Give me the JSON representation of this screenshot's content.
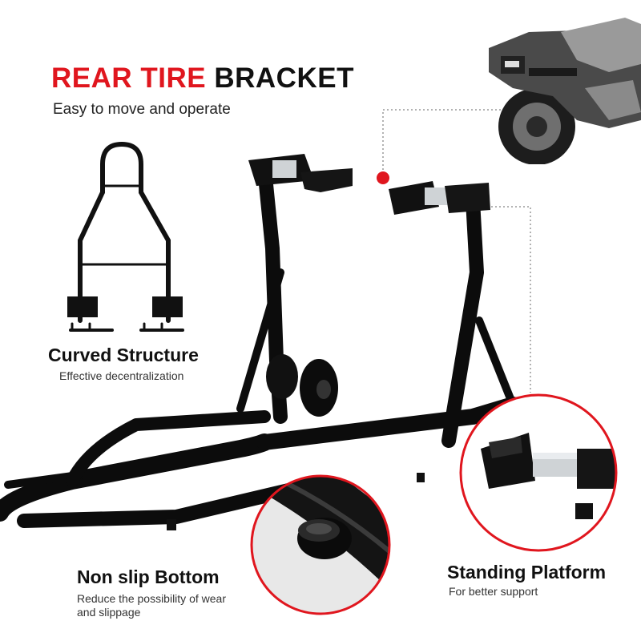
{
  "header": {
    "title_red": "REAR TIRE",
    "title_dark": "BRACKET",
    "subtitle": "Easy to move and operate"
  },
  "features": [
    {
      "title": "Curved Structure",
      "description": "Effective decentralization"
    },
    {
      "title": "Non slip Bottom",
      "description": "Reduce the possibility of wear and slippage"
    },
    {
      "title": "Standing Platform",
      "description": "For better support"
    }
  ],
  "colors": {
    "accent": "#e0161e",
    "text": "#111111",
    "metal": "#0c0c0c"
  },
  "icons": [
    "motorcycle-photo",
    "folded-stand-photo",
    "callout-dot",
    "zoom-circle-bottom",
    "zoom-circle-platform"
  ]
}
